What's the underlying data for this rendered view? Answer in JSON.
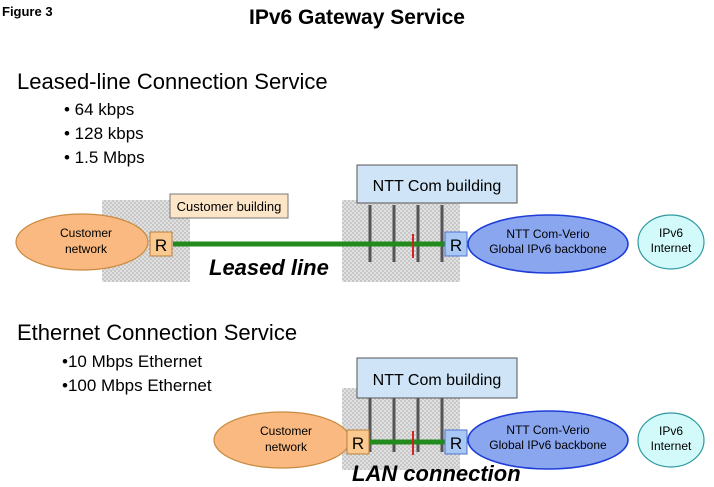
{
  "figure_label": "Figure 3",
  "title": "IPv6 Gateway Service",
  "leased": {
    "heading": "Leased-line Connection Service",
    "speeds": [
      "•  64 kbps",
      "• 128 kbps",
      "• 1.5 Mbps"
    ],
    "customer_building": "Customer building",
    "ntt_building": "NTT Com building",
    "customer_network": [
      "Customer",
      "network"
    ],
    "router": "R",
    "backbone": [
      "NTT Com-Verio",
      "Global IPv6 backbone"
    ],
    "internet": [
      "IPv6",
      "Internet"
    ],
    "link_caption": "Leased line"
  },
  "ethernet": {
    "heading": "Ethernet Connection Service",
    "speeds": [
      "•10 Mbps Ethernet",
      "•100 Mbps Ethernet"
    ],
    "ntt_building": "NTT Com building",
    "customer_network": [
      "Customer",
      "network"
    ],
    "router": "R",
    "backbone": [
      "NTT Com-Verio",
      "Global IPv6 backbone"
    ],
    "internet": [
      "IPv6",
      "Internet"
    ],
    "link_caption": "LAN connection"
  },
  "colors": {
    "customer_cloud": "#f9b980",
    "backbone_cloud": "#8aa6ef",
    "internet_cloud": "#d2fafa",
    "router_box": "#f9c98f",
    "router_box_ntt": "#a9c7f5",
    "link": "#238a1e",
    "demarcation": "#d22222",
    "building_sign": "#cfe4f7",
    "customer_sign": "#fde6c8"
  }
}
